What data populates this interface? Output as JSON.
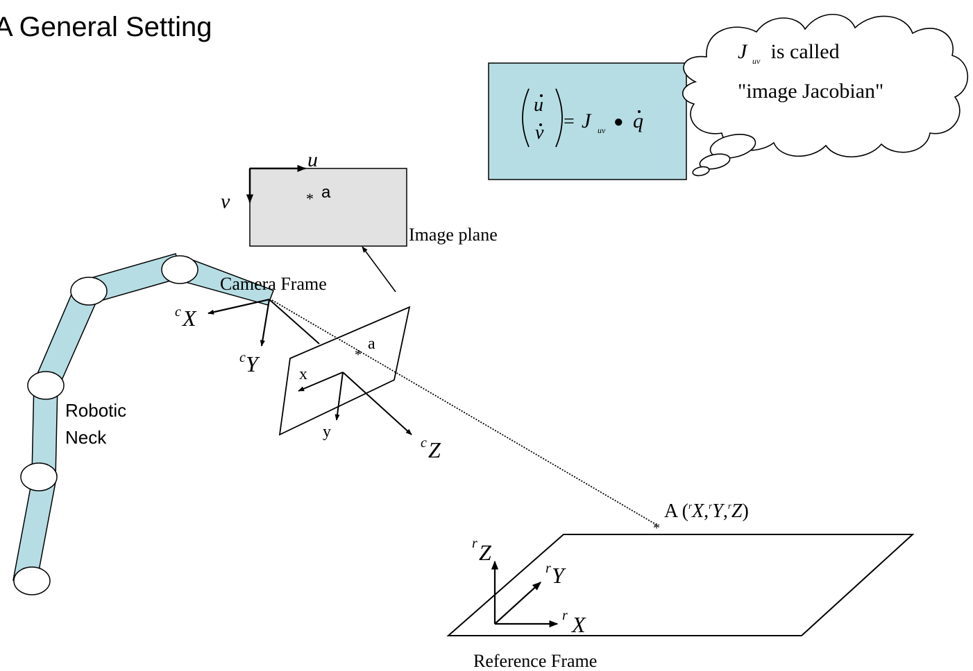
{
  "title": "A General Setting",
  "image_plane": {
    "label": "Image plane",
    "u_axis": "u",
    "v_axis": "v",
    "point": "a",
    "point_marker": "*"
  },
  "equation": {
    "u": "u",
    "v": "v",
    "equals": "=",
    "J": "J",
    "sub": "uv",
    "dot_op": "●",
    "q": "q"
  },
  "callout": {
    "J": "J",
    "sub": "uv",
    "line1_rest": " is called",
    "line2": "\"image Jacobian\""
  },
  "camera": {
    "label": "Camera Frame",
    "cx_sup": "c",
    "cx": "X",
    "cy_sup": "c",
    "cy": "Y",
    "cz_sup": "c",
    "cz": "Z"
  },
  "focal_plane": {
    "x_label": "x",
    "y_label": "y",
    "point": "a",
    "point_marker": "*"
  },
  "neck": {
    "line1": "Robotic",
    "line2": "Neck"
  },
  "world_point": {
    "prefix": "A (",
    "r": "r",
    "X": "X",
    "Y": "Y",
    "Z": "Z",
    "comma": ",",
    "suffix": ")",
    "marker": "*"
  },
  "reference": {
    "label": "Reference Frame",
    "rz_sup": "r",
    "rz": "Z",
    "ry_sup": "r",
    "ry": "Y",
    "rx_sup": "r",
    "rx": "X"
  },
  "colors": {
    "neck_fill": "#b6dde4",
    "equation_box_fill": "#b6dde4",
    "image_plane_fill": "#e2e2e2",
    "stroke": "#000000"
  }
}
